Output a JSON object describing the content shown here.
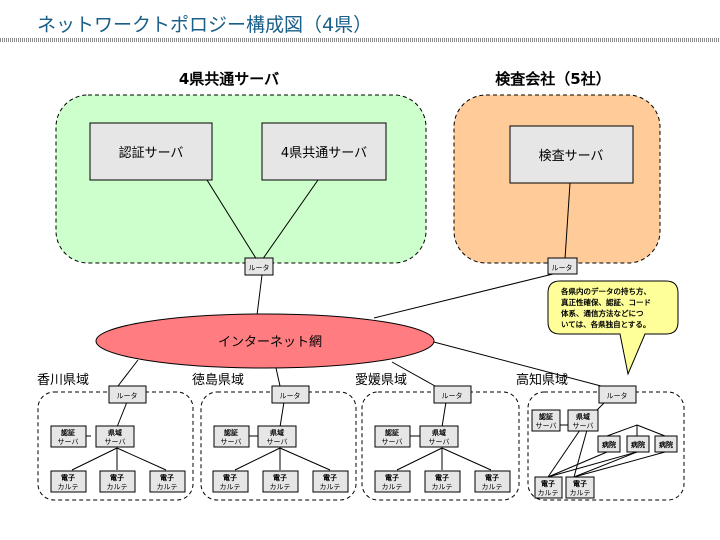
{
  "title": "ネットワークトポロジー構成図（4県）",
  "colors": {
    "title": "#1a5f88",
    "common_zone": "#ccffcc",
    "inspection_zone": "#ffcc99",
    "internet": "#ff7c80",
    "server_box": "#e6e6e6",
    "callout": "#ffff99"
  },
  "common_zone": {
    "heading": "4県共通サーバ",
    "servers": [
      "認証サーバ",
      "4県共通サーバ"
    ],
    "router": "ルータ"
  },
  "inspection_zone": {
    "heading": "検査会社（5社）",
    "servers": [
      "検査サーバ"
    ],
    "router": "ルータ"
  },
  "internet": {
    "label": "インターネット網"
  },
  "callout": {
    "lines": [
      "各県内のデータの持ち方、",
      "真正性確保、認証、コード",
      "体系、通信方法などにつ",
      "いては、各県独自とする。"
    ]
  },
  "prefectures": [
    {
      "name": "香川県域",
      "router": "ルータ",
      "auth": [
        "認証",
        "サーバ"
      ],
      "pref_server": [
        "県域",
        "サーバ"
      ],
      "karte": [
        [
          "電子",
          "カルテ"
        ],
        [
          "電子",
          "カルテ"
        ],
        [
          "電子",
          "カルテ"
        ]
      ]
    },
    {
      "name": "徳島県域",
      "router": "ルータ",
      "auth": [
        "認証",
        "サーバ"
      ],
      "pref_server": [
        "県域",
        "サーバ"
      ],
      "karte": [
        [
          "電子",
          "カルテ"
        ],
        [
          "電子",
          "カルテ"
        ],
        [
          "電子",
          "カルテ"
        ]
      ]
    },
    {
      "name": "愛媛県域",
      "router": "ルータ",
      "auth": [
        "認証",
        "サーバ"
      ],
      "pref_server": [
        "県域",
        "サーバ"
      ],
      "karte": [
        [
          "電子",
          "カルテ"
        ],
        [
          "電子",
          "カルテ"
        ],
        [
          "電子",
          "カルテ"
        ]
      ]
    },
    {
      "name": "高知県域",
      "router": "ルータ",
      "auth": [
        "認証",
        "サーバ"
      ],
      "pref_server": [
        "県域",
        "サーバ"
      ],
      "hospitals": [
        "病院",
        "病院",
        "病院"
      ],
      "karte": [
        [
          "電子",
          "カルテ"
        ],
        [
          "電子",
          "カルテ"
        ]
      ]
    }
  ]
}
